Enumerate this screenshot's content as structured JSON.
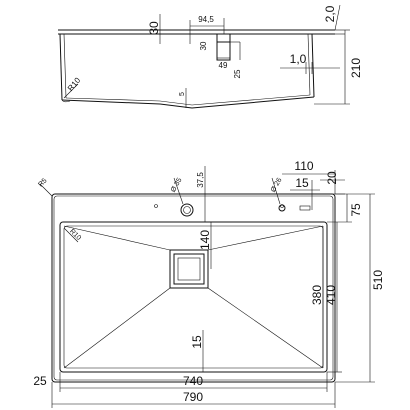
{
  "section_view": {
    "dims": {
      "depth_rim": "30",
      "drain_offset": "94,5",
      "drain_depth": "30",
      "drain_width": "49",
      "drain_height": "25",
      "radius": "R10",
      "slope": "5",
      "wall": "1,0",
      "total_height": "210",
      "rim_thickness": "2,0"
    }
  },
  "plan_view": {
    "dims": {
      "corner_radius": "R5",
      "tap_hole_1": "Ø 35",
      "tap_hole_2": "Ø 26",
      "tap_offset_y": "37,5",
      "tap_offset_x": "110",
      "tap2_offset": "15",
      "tap2_offset_y": "20",
      "top_margin": "75",
      "bowl_radius": "R10",
      "drain_from_top": "140",
      "drain_from_bottom": "15",
      "bowl_depth_inner": "380",
      "bowl_depth": "410",
      "total_depth": "510",
      "side_margin": "25",
      "bowl_width": "740",
      "total_width": "790"
    }
  }
}
